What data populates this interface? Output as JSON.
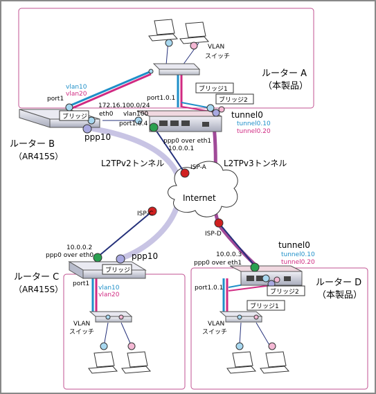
{
  "labels": {
    "routerA": "ルーター A",
    "routerA_sub": "（本製品）",
    "routerB": "ルーター B",
    "routerB_sub": "（AR415S）",
    "routerC": "ルーター C",
    "routerC_sub": "（AR415S）",
    "routerD": "ルーター D",
    "routerD_sub": "（本製品）",
    "vlan_switch_1": "VLAN",
    "vlan_switch_2": "スイッチ",
    "bridge1": "ブリッジ1",
    "bridge2": "ブリッジ2",
    "bridge": "ブリッジ",
    "port1": "port1",
    "port101": "port1.0.1",
    "port104": "port1.0.4",
    "vlan10": "vlan10",
    "vlan20": "vlan20",
    "vlan100": "vlan100",
    "eth0": "eth0",
    "ip_b": "172.16.100.0/24",
    "ppp10": "ppp10",
    "tunnel0": "tunnel0",
    "tunnel010": "tunnel0.10",
    "tunnel020": "tunnel0.20",
    "ppp0_eth1": "ppp0 over eth1",
    "ppp0_eth0": "ppp0 over eth0",
    "ip_a": "10.0.0.1",
    "ip_c": "10.0.0.2",
    "ip_d": "10.0.0.3",
    "l2tpv2": "L2TPv2トンネル",
    "l2tpv3": "L2TPv3トンネル",
    "internet": "Internet",
    "isp_a": "ISP-A",
    "isp_c": "ISP-C",
    "isp_d": "ISP-D"
  },
  "colors": {
    "blue": "#1e8fc8",
    "pink": "#d02a82",
    "frame": "#c05090",
    "l2tpv2": "#c8c4e4",
    "l2tpv3": "#a04a98",
    "link": "#24307a"
  }
}
